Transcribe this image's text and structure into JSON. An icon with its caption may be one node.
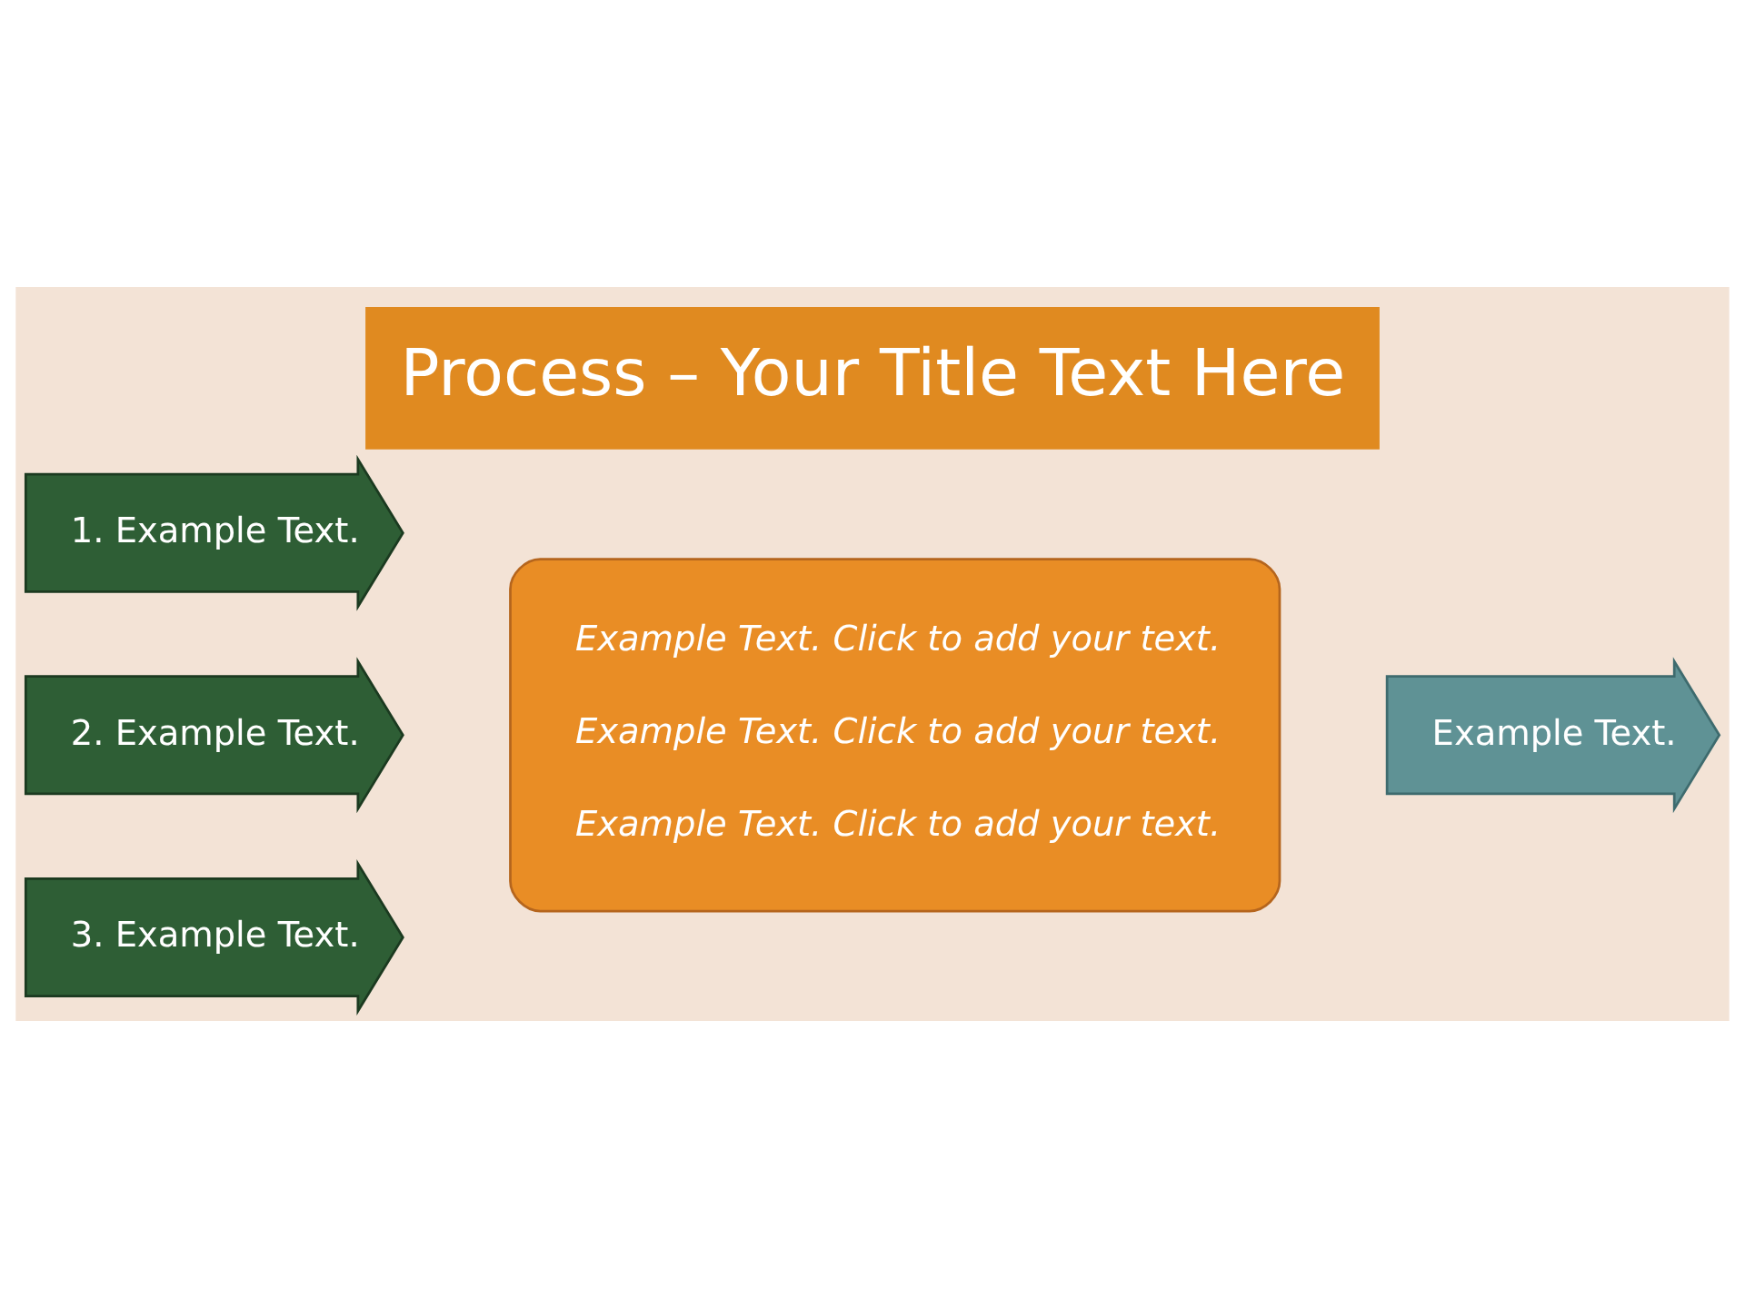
{
  "diagram": {
    "title": "Process – Your Title Text Here",
    "nodes": [
      {
        "text": [
          "1. Example Text."
        ]
      },
      {
        "text": [
          "2. Example Text."
        ]
      },
      {
        "text": [
          "3. Example Text."
        ]
      },
      {
        "text": [
          "Example Text. Click to add your text.",
          "Example Text. Click to add your text.",
          "Example Text. Click to add your text."
        ]
      },
      {
        "text": [
          "Example Text."
        ]
      }
    ]
  }
}
